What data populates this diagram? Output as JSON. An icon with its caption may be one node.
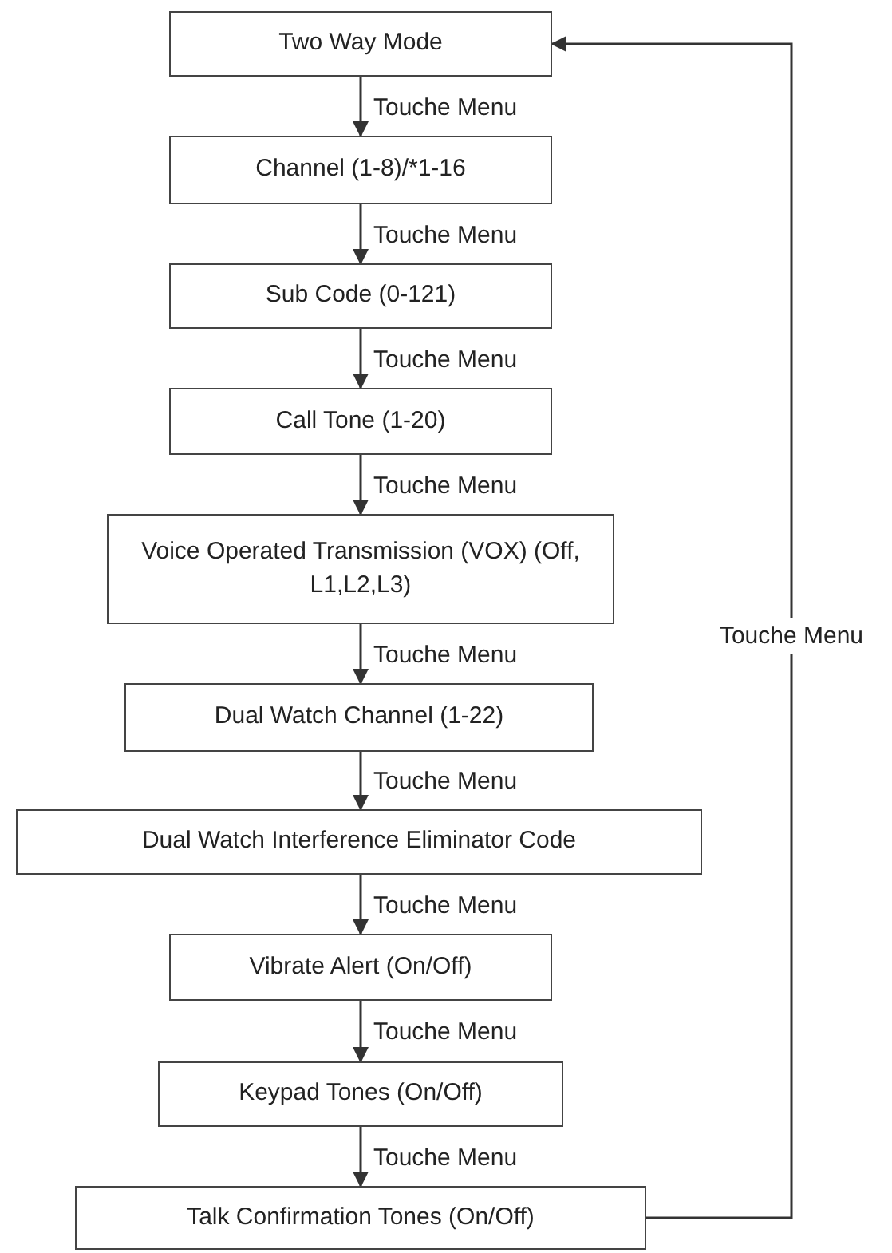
{
  "diagram": {
    "nodes": [
      {
        "text": [
          "Two Way Mode"
        ]
      },
      {
        "text": [
          "Channel (1-8)/*1-16"
        ]
      },
      {
        "text": [
          "Sub Code (0-121)"
        ]
      },
      {
        "text": [
          "Call Tone (1-20)"
        ]
      },
      {
        "text": [
          "Voice Operated Transmission (VOX) (Off, L1,L2,L3)"
        ]
      },
      {
        "text": [
          "Dual Watch Channel (1-22)"
        ]
      },
      {
        "text": [
          "Dual Watch Interference Eliminator Code"
        ]
      },
      {
        "text": [
          "Vibrate Alert (On/Off)"
        ]
      },
      {
        "text": [
          "Keypad Tones (On/Off)"
        ]
      },
      {
        "text": [
          "Talk Confirmation Tones (On/Off)"
        ]
      }
    ],
    "edges": [
      {
        "from": 0,
        "to": 1,
        "arrow": "to",
        "label": "Touche Menu"
      },
      {
        "from": 1,
        "to": 2,
        "arrow": "to",
        "label": "Touche Menu"
      },
      {
        "from": 2,
        "to": 3,
        "arrow": "to",
        "label": "Touche Menu"
      },
      {
        "from": 3,
        "to": 4,
        "arrow": "to",
        "label": "Touche Menu"
      },
      {
        "from": 4,
        "to": 5,
        "arrow": "to",
        "label": "Touche Menu"
      },
      {
        "from": 5,
        "to": 6,
        "arrow": "to",
        "label": "Touche Menu"
      },
      {
        "from": 6,
        "to": 7,
        "arrow": "to",
        "label": "Touche Menu"
      },
      {
        "from": 7,
        "to": 8,
        "arrow": "to",
        "label": "Touche Menu"
      },
      {
        "from": 8,
        "to": 9,
        "arrow": "to",
        "label": "Touche Menu"
      },
      {
        "from": 9,
        "to": 0,
        "arrow": "to",
        "label": "Touche Menu"
      }
    ]
  }
}
